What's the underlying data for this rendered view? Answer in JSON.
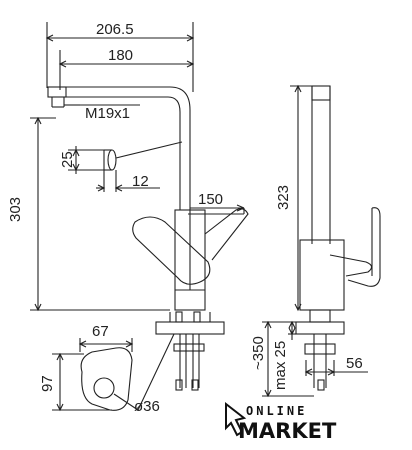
{
  "dimensions": {
    "outer_width": "206.5",
    "spout_reach": "180",
    "thread": "M19x1",
    "aerator_height": "25",
    "aerator_diameter": "12",
    "lever_height": "150",
    "total_height": "303",
    "side_height": "323",
    "base_width": "67",
    "base_depth": "97",
    "hole_diameter": "ø36",
    "max_deck_thickness": "max 25",
    "hose_length": "~350",
    "body_diameter": "56"
  },
  "logo": {
    "line1": "ONLINE",
    "line2": "MARKET"
  }
}
